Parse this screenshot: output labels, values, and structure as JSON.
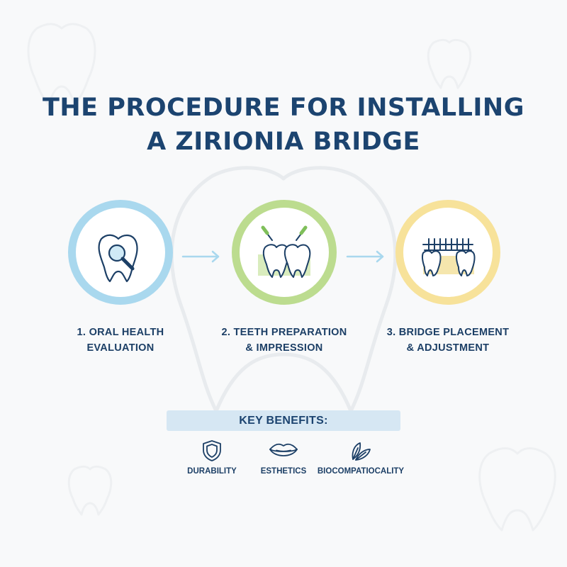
{
  "title": {
    "line1": "THE PROCEDURE FOR INSTALLING",
    "line2": "A ZIRIONIA BRIDGE"
  },
  "steps": [
    {
      "line1": "1. ORAL HEALTH",
      "line2": "EVALUATION",
      "icon": "tooth-magnifier-icon",
      "color": "#a9d8ee"
    },
    {
      "line1": "2. TEETH PREPARATION",
      "line2": "& IMPRESSION",
      "icon": "teeth-preparation-icon",
      "color": "#bcdc8f"
    },
    {
      "line1": "3. BRIDGE PLACEMENT",
      "line2": "& ADJUSTMENT",
      "icon": "dental-bridge-icon",
      "color": "#f7e29a"
    }
  ],
  "benefits": {
    "header": "KEY BENEFITS:",
    "items": [
      {
        "label": "DURABILITY",
        "icon": "shield-icon"
      },
      {
        "label": "ESTHETICS",
        "icon": "lips-icon"
      },
      {
        "label": "BIOCOMPATIOCALITY",
        "icon": "leaf-icon"
      }
    ]
  },
  "colors": {
    "title": "#1c4470",
    "text": "#1c3f66",
    "arrow": "#a9d8ee",
    "header_bg": "#d6e7f3",
    "background": "#f8f9fa"
  }
}
